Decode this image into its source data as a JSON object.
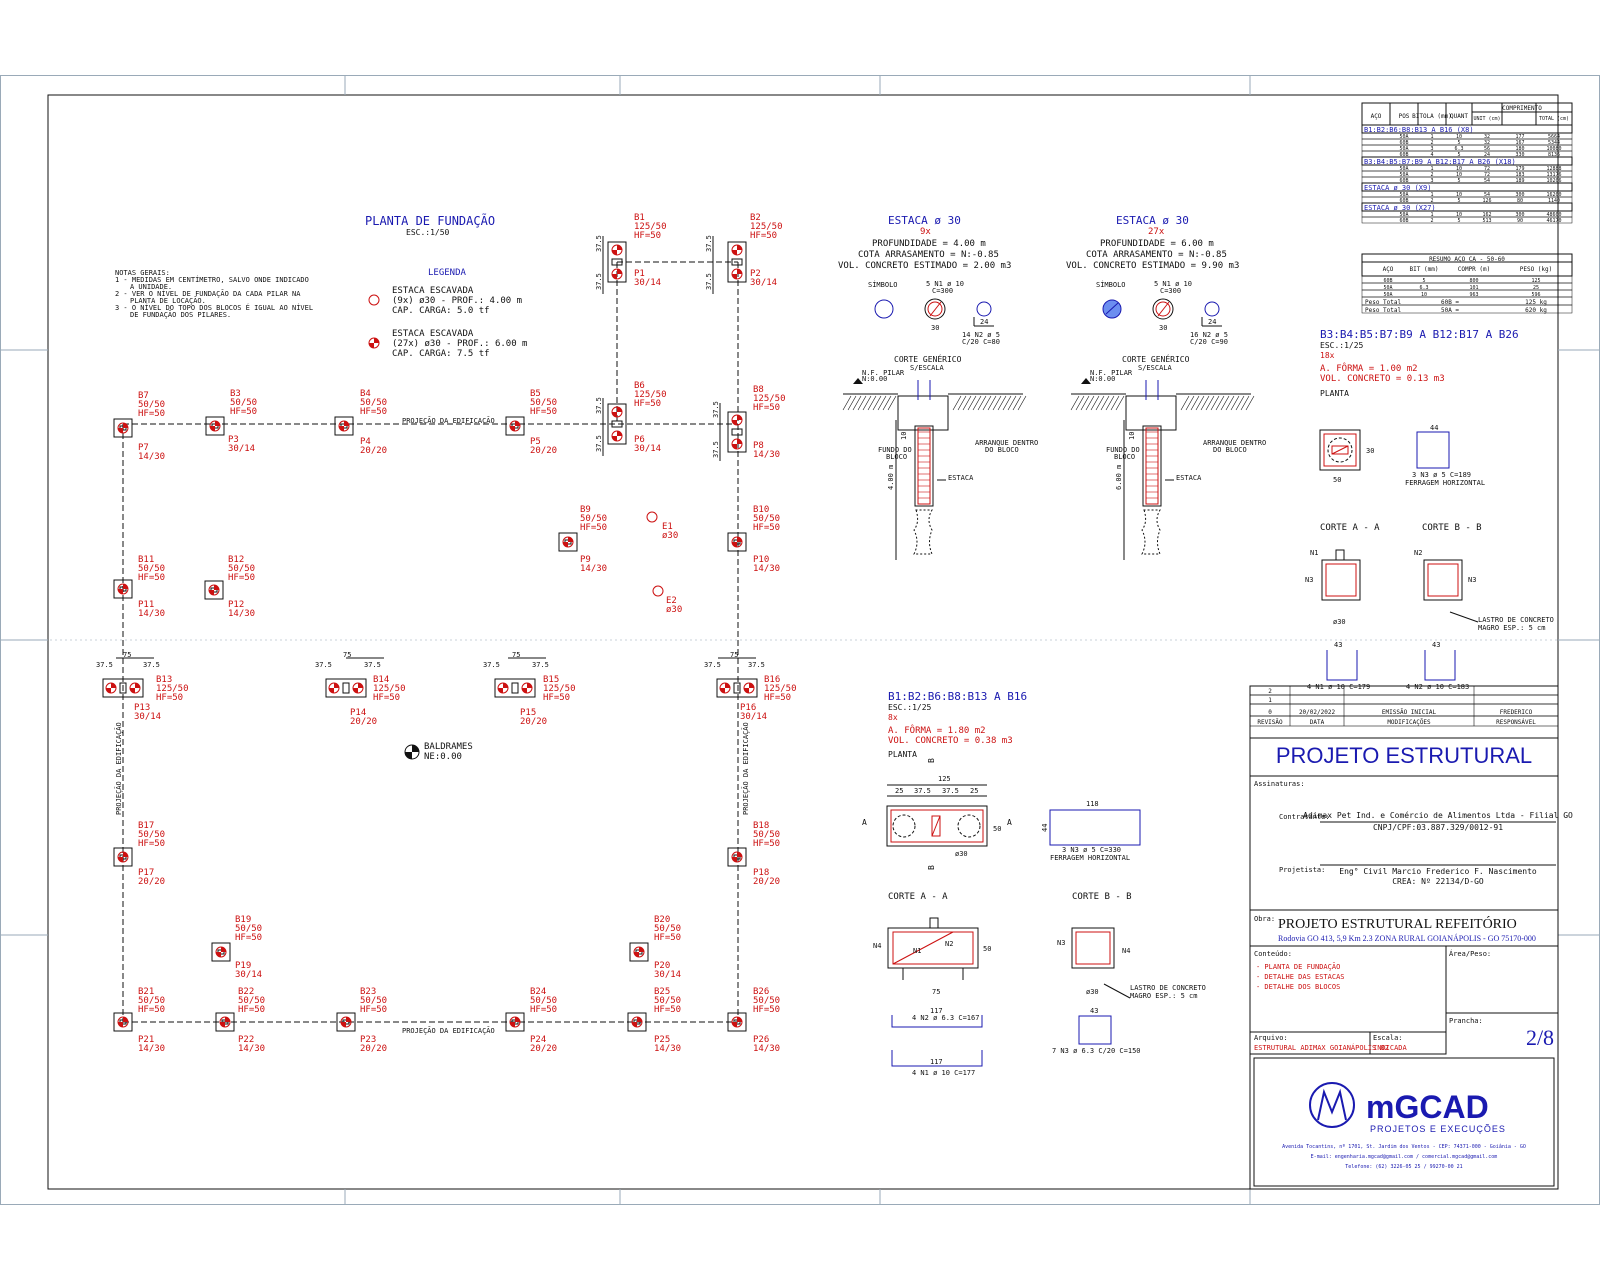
{
  "plan": {
    "title": "PLANTA DE FUNDAÇÃO",
    "scale": "ESC.:1/50",
    "notes_title": "NOTAS GERAIS:",
    "notes": [
      "1 - MEDIDAS EM CENTÍMETRO, SALVO ONDE INDICADO",
      "A UNIDADE.",
      "2 - VER O NÍVEL DE FUNDAÇÃO DA CADA PILAR NA",
      "PLANTA DE LOCAÇÃO.",
      "3 - O NÍVEL DO TOPO DOS BLOCOS É IGUAL AO NÍVEL",
      "DE FUNDAÇÃO DOS PILARES."
    ],
    "legend_title": "LEGENDA",
    "legend1": [
      "ESTACA ESCAVADA",
      "(9x) ø30 - PROF.: 4.00 m",
      "CAP. CARGA: 5.0 tf"
    ],
    "legend2": [
      "ESTACA ESCAVADA",
      "(27x) ø30 - PROF.: 6.00 m",
      "CAP. CARGA: 7.5 tf"
    ],
    "projection_label": "PROJEÇÃO DA EDIFICAÇÃO",
    "baldrames": [
      "BALDRAMES",
      "NE:0.00"
    ],
    "e1": [
      "E1",
      "ø30"
    ],
    "e2": [
      "E2",
      "ø30"
    ]
  },
  "blocks": [
    {
      "b": "B1",
      "d": "125/50",
      "h": "HF=50",
      "p": "P1",
      "s": "30/14"
    },
    {
      "b": "B2",
      "d": "125/50",
      "h": "HF=50",
      "p": "P2",
      "s": "30/14"
    },
    {
      "b": "B3",
      "d": "50/50",
      "h": "HF=50",
      "p": "P3",
      "s": "30/14"
    },
    {
      "b": "B4",
      "d": "50/50",
      "h": "HF=50",
      "p": "P4",
      "s": "20/20"
    },
    {
      "b": "B5",
      "d": "50/50",
      "h": "HF=50",
      "p": "P5",
      "s": "20/20"
    },
    {
      "b": "B6",
      "d": "125/50",
      "h": "HF=50",
      "p": "P6",
      "s": "30/14"
    },
    {
      "b": "B7",
      "d": "50/50",
      "h": "HF=50",
      "p": "P7",
      "s": "14/30"
    },
    {
      "b": "B8",
      "d": "125/50",
      "h": "HF=50",
      "p": "P8",
      "s": "14/30"
    },
    {
      "b": "B9",
      "d": "50/50",
      "h": "HF=50",
      "p": "P9",
      "s": "14/30"
    },
    {
      "b": "B10",
      "d": "50/50",
      "h": "HF=50",
      "p": "P10",
      "s": "14/30"
    },
    {
      "b": "B11",
      "d": "50/50",
      "h": "HF=50",
      "p": "P11",
      "s": "14/30"
    },
    {
      "b": "B12",
      "d": "50/50",
      "h": "HF=50",
      "p": "P12",
      "s": "14/30"
    },
    {
      "b": "B13",
      "d": "125/50",
      "h": "HF=50",
      "p": "P13",
      "s": "30/14"
    },
    {
      "b": "B14",
      "d": "125/50",
      "h": "HF=50",
      "p": "P14",
      "s": "20/20"
    },
    {
      "b": "B15",
      "d": "125/50",
      "h": "HF=50",
      "p": "P15",
      "s": "20/20"
    },
    {
      "b": "B16",
      "d": "125/50",
      "h": "HF=50",
      "p": "P16",
      "s": "30/14"
    },
    {
      "b": "B17",
      "d": "50/50",
      "h": "HF=50",
      "p": "P17",
      "s": "20/20"
    },
    {
      "b": "B18",
      "d": "50/50",
      "h": "HF=50",
      "p": "P18",
      "s": "20/20"
    },
    {
      "b": "B19",
      "d": "50/50",
      "h": "HF=50",
      "p": "P19",
      "s": "30/14"
    },
    {
      "b": "B20",
      "d": "50/50",
      "h": "HF=50",
      "p": "P20",
      "s": "30/14"
    },
    {
      "b": "B21",
      "d": "50/50",
      "h": "HF=50",
      "p": "P21",
      "s": "14/30"
    },
    {
      "b": "B22",
      "d": "50/50",
      "h": "HF=50",
      "p": "P22",
      "s": "14/30"
    },
    {
      "b": "B23",
      "d": "50/50",
      "h": "HF=50",
      "p": "P23",
      "s": "20/20"
    },
    {
      "b": "B24",
      "d": "50/50",
      "h": "HF=50",
      "p": "P24",
      "s": "20/20"
    },
    {
      "b": "B25",
      "d": "50/50",
      "h": "HF=50",
      "p": "P25",
      "s": "14/30"
    },
    {
      "b": "B26",
      "d": "50/50",
      "h": "HF=50",
      "p": "P26",
      "s": "14/30"
    }
  ],
  "dims": {
    "d75": "75",
    "d375": "37.5"
  },
  "estaca1": {
    "title": "ESTACA ø 30",
    "qty": "9x",
    "lines": [
      "PROFUNDIDADE = 4.00 m",
      "COTA ARRASAMENTO = N:-0.85",
      "VOL. CONCRETO ESTIMADO = 2.00 m3"
    ],
    "symbol": "SÍMBOLO",
    "rebar1": "5 N1 ø 10",
    "rebar1b": "C=300",
    "rebar2": "14 N2 ø 5",
    "rebar2b": "C/20 C=80",
    "dim30": "30",
    "dim24": "24",
    "corte": "CORTE GENÉRICO",
    "corte_scale": "S/ESCALA",
    "nf": "N.F. PILAR",
    "nfv": "N:0.00",
    "arranque": "ARRANQUE DENTRO",
    "arranque2": "DO BLOCO",
    "fundo": "FUNDO DO",
    "fundo2": "BLOCO",
    "estaca": "ESTACA",
    "depth": "4.00 m",
    "d10": "10"
  },
  "estaca2": {
    "title": "ESTACA ø 30",
    "qty": "27x",
    "lines": [
      "PROFUNDIDADE = 6.00 m",
      "COTA ARRASAMENTO = N:-0.85",
      "VOL. CONCRETO ESTIMADO = 9.90 m3"
    ],
    "symbol": "SÍMBOLO",
    "rebar1": "5 N1 ø 10",
    "rebar1b": "C=300",
    "rebar2": "16 N2 ø 5",
    "rebar2b": "C/20 C=90",
    "dim30": "30",
    "dim24": "24",
    "corte": "CORTE GENÉRICO",
    "corte_scale": "S/ESCALA",
    "nf": "N.F. PILAR",
    "nfv": "N:0.00",
    "arranque": "ARRANQUE DENTRO",
    "arranque2": "DO BLOCO",
    "fundo": "FUNDO DO",
    "fundo2": "BLOCO",
    "estaca": "ESTACA",
    "depth": "6.00 m",
    "d10": "10"
  },
  "block_a": {
    "title": "B1:B2:B6:B8:B13 A B16",
    "scale": "ESC.:1/25",
    "qty": "8x",
    "forma": "A. FÔRMA = 1.80 m2",
    "vol": "VOL. CONCRETO = 0.38 m3",
    "planta": "PLANTA",
    "ba": "B",
    "aa": "A",
    "dims_top": [
      "125",
      "25",
      "37.5",
      "37.5",
      "25"
    ],
    "d50": "50",
    "d30": "ø30",
    "d118": "118",
    "d44": "44",
    "ferr": "3 N3 ø 5 C=330",
    "ferr2": "FERRAGEM HORIZONTAL",
    "corteA": "CORTE A - A",
    "corteB": "CORTE B - B",
    "n1": "N1",
    "n2": "N2",
    "n3": "N3",
    "n4": "N4",
    "d75": "75",
    "lastro": "LASTRO DE CONCRETO",
    "lastro2": "MAGRO ESP.: 5 cm",
    "bar1_len": "117",
    "bar1": "4 N2 ø 6.3 C=167",
    "bar2_len": "117",
    "bar2": "4 N1 ø 10 C=177",
    "bar3_len": "43",
    "bar3": "7 N3 ø 6.3 C/20 C=150",
    "d20": "20",
    "d5": "5"
  },
  "block_b": {
    "title": "B3:B4:B5:B7:B9 A B12:B17 A B26",
    "scale": "ESC.:1/25",
    "qty": "18x",
    "forma": "A. FÔRMA = 1.00 m2",
    "vol": "VOL. CONCRETO = 0.13 m3",
    "planta": "PLANTA",
    "d50": "50",
    "d30": "30",
    "d44": "44",
    "ferr": "3 N3 ø 5 C=189",
    "ferr2": "FERRAGEM HORIZONTAL",
    "corteA": "CORTE A - A",
    "corteB": "CORTE B - B",
    "n1": "N1",
    "n2": "N2",
    "n3": "N3",
    "lastro": "LASTRO DE CONCRETO",
    "lastro2": "MAGRO ESP.: 5 cm",
    "d30b": "ø30",
    "bar1_len": "43",
    "bar1": "4 N1 ø 10 C=179",
    "bar2_len": "43",
    "bar2": "4 N2 ø 10 C=183"
  },
  "steel_table": {
    "headers": [
      "AÇO",
      "POS",
      "BITOLA (mm)",
      "QUANT",
      "COMPRIMENTO",
      "UNIT (cm)",
      "TOTAL (cm)"
    ],
    "groups": [
      {
        "name": "B1:B2:B6:B8:B13 A B16  (X8)",
        "rows": [
          [
            "50A",
            "1",
            "10",
            "32",
            "177",
            "5664"
          ],
          [
            "60B",
            "2",
            "5",
            "32",
            "167",
            "5344"
          ],
          [
            "50A",
            "3",
            "6.3",
            "56",
            "180",
            "10080"
          ],
          [
            "60B",
            "4",
            "5",
            "24",
            "330",
            "8136"
          ]
        ]
      },
      {
        "name": "B3:B4:B5:B7:B9 A B12:B17 A B26  (X18)",
        "rows": [
          [
            "50A",
            "1",
            "10",
            "72",
            "179",
            "12888"
          ],
          [
            "50A",
            "2",
            "10",
            "72",
            "183",
            "13176"
          ],
          [
            "60B",
            "3",
            "5",
            "54",
            "189",
            "10206"
          ]
        ]
      },
      {
        "name": "ESTACA ø 30  (X9)",
        "rows": [
          [
            "50A",
            "1",
            "10",
            "54",
            "300",
            "16200"
          ],
          [
            "60B",
            "2",
            "5",
            "126",
            "80",
            "1140"
          ]
        ]
      },
      {
        "name": "ESTACA ø 30  (X27)",
        "rows": [
          [
            "50A",
            "1",
            "10",
            "162",
            "300",
            "48600"
          ],
          [
            "60B",
            "2",
            "5",
            "513",
            "90",
            "46170"
          ]
        ]
      }
    ]
  },
  "summary_table": {
    "title": "RESUMO AÇO CA - 50-60",
    "headers": [
      "AÇO",
      "BIT (mm)",
      "COMPR (m)",
      "PESO (kg)"
    ],
    "rows": [
      [
        "60B",
        "5",
        "800",
        "125"
      ],
      [
        "50A",
        "6.3",
        "101",
        "25"
      ],
      [
        "50A",
        "10",
        "963",
        "596"
      ]
    ],
    "totals": [
      [
        "Peso Total",
        "60B =",
        "125 kg"
      ],
      [
        "Peso Total",
        "50A =",
        "620 kg"
      ]
    ]
  },
  "revisions": {
    "rows": [
      [
        "2",
        "",
        "",
        ""
      ],
      [
        "1",
        "",
        "",
        ""
      ],
      [
        "0",
        "20/02/2022",
        "EMISSÃO INICIAL",
        "FREDERICO"
      ]
    ],
    "headers": [
      "REVISÃO",
      "DATA",
      "MODIFICAÇÕES",
      "RESPONSÁVEL"
    ]
  },
  "title_block": {
    "main": "PROJETO ESTRUTURAL",
    "assinaturas": "Assinaturas:",
    "contratante_l": "Contratante:",
    "contratante": "Adimax Pet Ind. e Comércio de Alimentos Ltda - Filial GO",
    "cnpj": "CNPJ/CPF:03.887.329/0012-91",
    "projetista_l": "Projetista:",
    "projetista": "Eng° Civil Marcio Frederico F. Nascimento",
    "crea": "CREA: Nº 22134/D-GO",
    "obra_l": "Obra:",
    "obra": "PROJETO ESTRUTURAL REFEITÓRIO",
    "endereco": "Rodovia GO 413, 5,9 Km 2.3 ZONA RURAL GOIANÁPOLIS - GO 75170-000",
    "conteudo_l": "Conteúdo:",
    "conteudo": [
      "- PLANTA DE FUNDAÇÃO",
      "- DETALHE DAS ESTACAS",
      "- DETALHE DOS BLOCOS"
    ],
    "area_l": "Área/Peso:",
    "prancha_l": "Prancha:",
    "prancha": "2/8",
    "arquivo_l": "Arquivo:",
    "arquivo": "ESTRUTURAL ADIMAX GOIANÁPOLIS 02",
    "escala_l": "Escala:",
    "escala": "INDICADA",
    "logo": "mGCAD",
    "logo_sub": "PROJETOS E EXECUÇÕES",
    "addr1": "Avenida Tocantins, nº 1701, St. Jardim dos Ventos - CEP: 74371-000 - Goiânia - GO",
    "addr2": "E-mail: engenharia.mgcad@gmail.com  /  comercial.mgcad@gmail.com",
    "addr3": "Telefone: (62) 3226-05 25 / 99270-00 21"
  },
  "colors": {
    "red": "#cc1111",
    "blue": "#1a1ab0",
    "black": "#111111"
  }
}
